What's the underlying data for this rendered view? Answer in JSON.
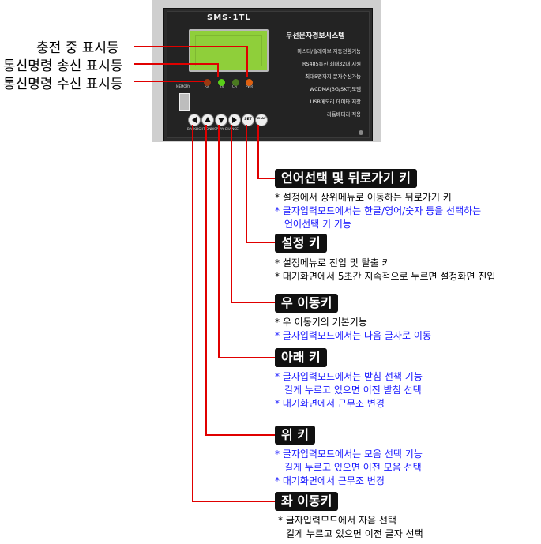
{
  "device": {
    "model": "SMS-1TL",
    "title": "무선문자경보시스템",
    "features": [
      "마스터/슬레이브 자동전환기능",
      "RS485통신 최대32대 지원",
      "최대5명까지 문자수신가능",
      "WCDMA(3G/SKT)모뎀",
      "USB메모리 데이타 저장",
      "리튬배터리 적용"
    ],
    "usb_label": "MEMORY",
    "led_labels": [
      "RX",
      "TX",
      "CH",
      "PWR"
    ],
    "led_colors": [
      "#9a3a12",
      "#5ad019",
      "#4a7a20",
      "#e06010"
    ],
    "key_labels": {
      "set": "SET",
      "chav": "CHAV",
      "under_left": "BACKLIGHT/ON",
      "under_down": "DISPLAY CHANGE"
    }
  },
  "indicators": [
    {
      "label": "충전 중  표시등"
    },
    {
      "label": "통신명령 송신 표시등"
    },
    {
      "label": "통신명령 수신 표시등"
    }
  ],
  "sections": [
    {
      "heading": "언어선택 및 뒤로가기 키",
      "lines": [
        {
          "text": "* 설정에서 상위메뉴로 이동하는 뒤로가기 키",
          "color": "black"
        },
        {
          "text": "* 글자입력모드에서는 한글/영어/숫자 등을 선택하는",
          "color": "blue"
        },
        {
          "text": "언어선택 키 기능",
          "color": "blue"
        }
      ]
    },
    {
      "heading": "설정 키",
      "lines": [
        {
          "text": "* 설정메뉴로 진입 및 탈출 키",
          "color": "black"
        },
        {
          "text": "* 대기화면에서 5초간  지속적으로 누르면 설정화면 진입",
          "color": "black"
        }
      ]
    },
    {
      "heading": "우 이동키",
      "lines": [
        {
          "text": "* 우 이동키의 기본기능",
          "color": "black"
        },
        {
          "text": "* 글자입력모드에서는 다음 글자로 이동",
          "color": "blue"
        }
      ]
    },
    {
      "heading": "아래 키",
      "lines": [
        {
          "text": "* 글자입력모드에서는 받침 선책 기능",
          "color": "blue"
        },
        {
          "text": "길게 누르고 있으면 이전 받침 선택",
          "color": "blue"
        },
        {
          "text": "* 대기화면에서 근무조 변경",
          "color": "blue"
        }
      ]
    },
    {
      "heading": "위 키",
      "lines": [
        {
          "text": "* 글자입력모드에서는 모음 선택 기능",
          "color": "blue"
        },
        {
          "text": "길게 누르고 있으면 이전 모음 선택",
          "color": "blue"
        },
        {
          "text": "* 대기화면에서 근무조 변경",
          "color": "blue"
        }
      ]
    },
    {
      "heading": "좌 이동키",
      "lines": [
        {
          "text": "* 글자입력모드에서 자음 선택",
          "color": "black"
        },
        {
          "text": "길게 누르고 있으면 이전 글자 선택",
          "color": "black"
        }
      ]
    }
  ],
  "colors": {
    "callout": "#e00000",
    "blue_text": "#1a1aff"
  }
}
